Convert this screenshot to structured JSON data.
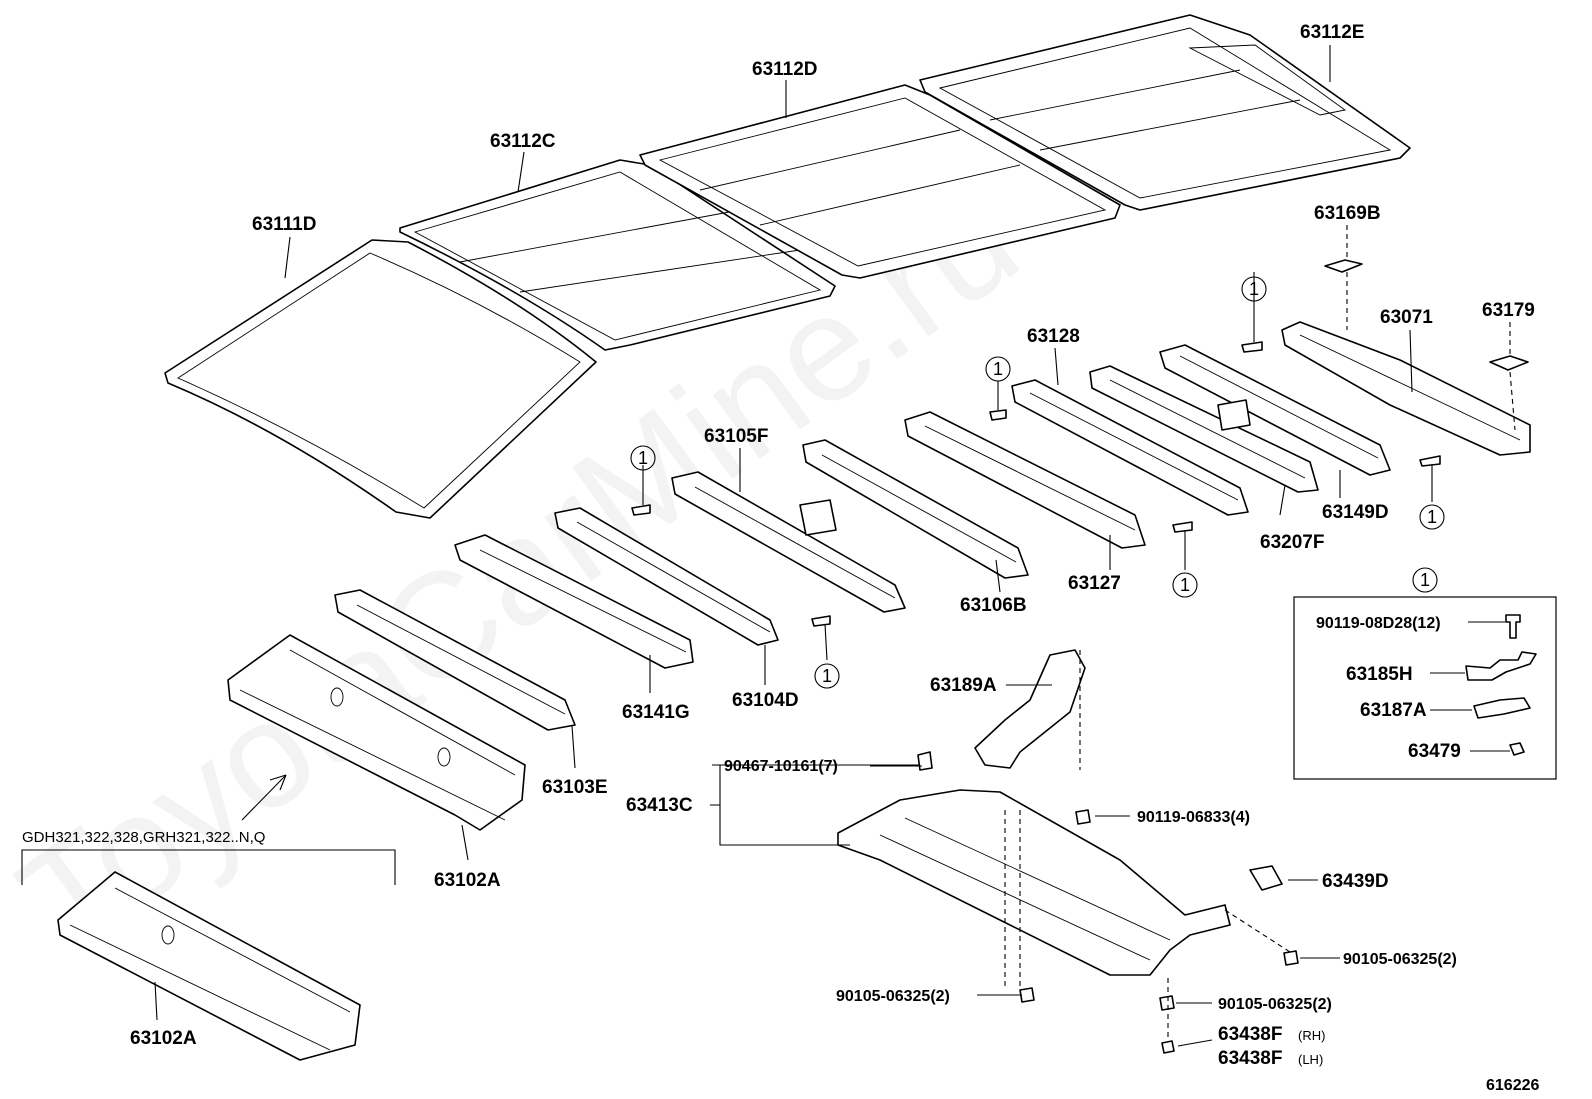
{
  "watermark": "ToyotaCarMine.ru",
  "figure_number": "616226",
  "labels": {
    "p63111D": "63111D",
    "p63112C": "63112C",
    "p63112D": "63112D",
    "p63112E": "63112E",
    "p63169B": "63169B",
    "p63179": "63179",
    "p63071": "63071",
    "p63128": "63128",
    "p63105F": "63105F",
    "p63127": "63127",
    "p63106B": "63106B",
    "p63149D": "63149D",
    "p63207F": "63207F",
    "p63141G": "63141G",
    "p63104D": "63104D",
    "p63103E": "63103E",
    "p63102A_top": "63102A",
    "p63102A_bottom": "63102A",
    "p63189A": "63189A",
    "p90467": "90467-10161(7)",
    "p63413C": "63413C",
    "p90119_06833": "90119-06833(4)",
    "p63439D": "63439D",
    "p90105_right": "90105-06325(2)",
    "p90105_left": "90105-06325(2)",
    "p90105_bottom": "90105-06325(2)",
    "p63438F_rh": "63438F",
    "p63438F_lh": "63438F",
    "rh": "(RH)",
    "lh": "(LH)"
  },
  "callout_marker": "1",
  "callout_box": {
    "marker": "1",
    "rows": [
      "90119-08D28(12)",
      "63185H",
      "63187A",
      "63479"
    ]
  },
  "variant_note": "GDH321,322,328,GRH321,322..N,Q"
}
